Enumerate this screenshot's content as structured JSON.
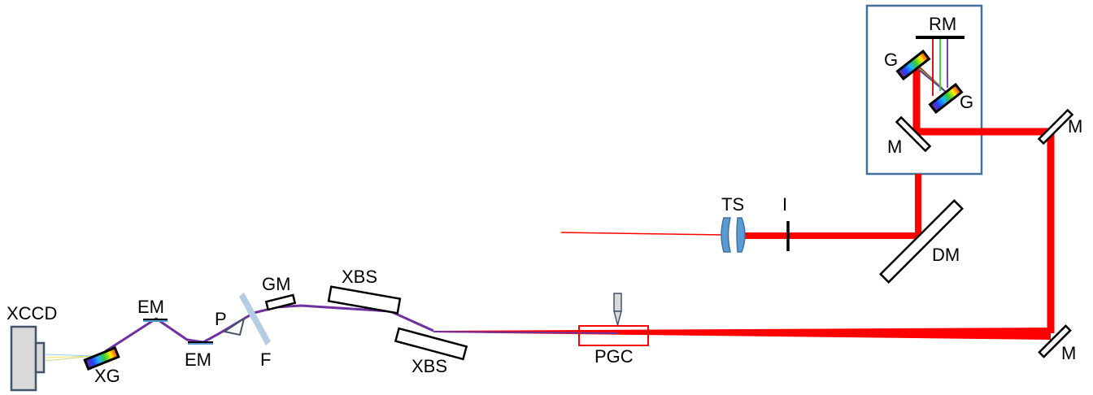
{
  "labels": {
    "xccd": "XCCD",
    "xg": "XG",
    "em_top": "EM",
    "em_bottom": "EM",
    "p": "P",
    "f": "F",
    "gm": "GM",
    "xbs_top": "XBS",
    "xbs_bottom": "XBS",
    "pgc": "PGC",
    "ts": "TS",
    "i": "I",
    "dm": "DM",
    "m_right_top": "M",
    "m_right_bottom": "M",
    "m_box": "M",
    "rm": "RM",
    "g_left": "G",
    "g_right": "G"
  },
  "colors": {
    "laser": "#ff0000",
    "harmonic": "#7030a0",
    "box_border": "#41719c",
    "lens_fill": "#5b9bd5",
    "filter_fill": "#b4cce4",
    "detector_fill": "#d9d9d9",
    "green_ray": "#33cc33"
  }
}
